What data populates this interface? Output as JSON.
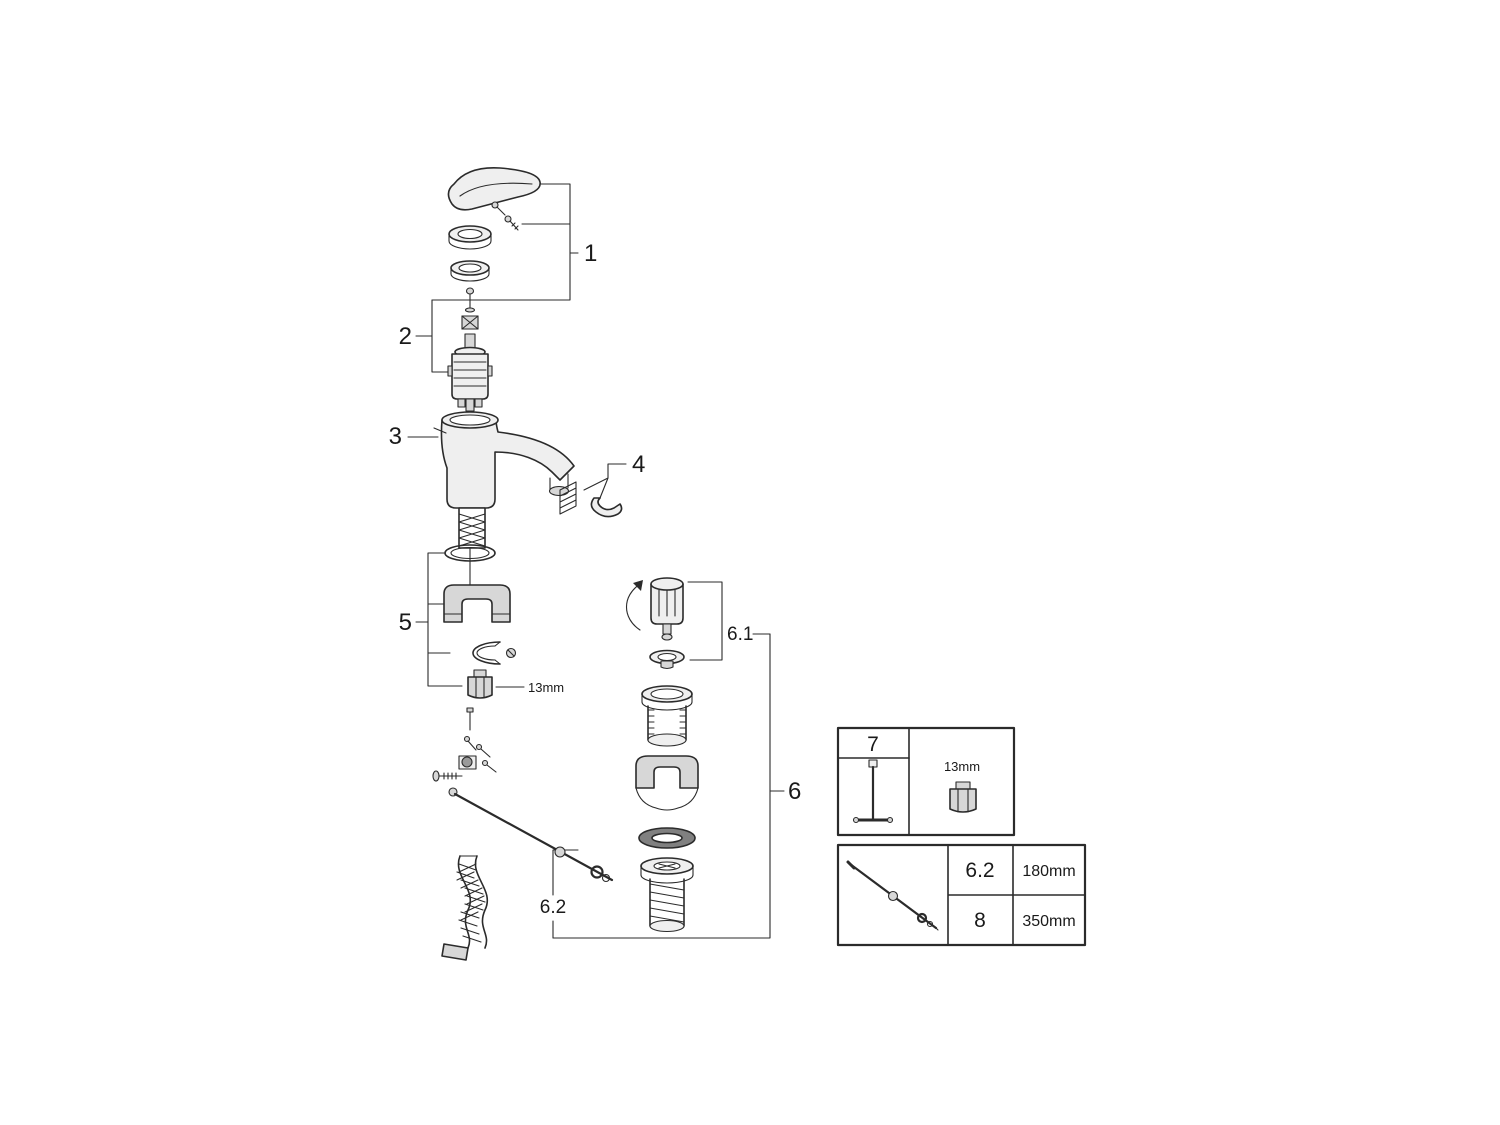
{
  "callouts": {
    "part1": "1",
    "part2": "2",
    "part3": "3",
    "part4": "4",
    "part5": "5",
    "part6": "6",
    "part6_1": "6.1",
    "part6_2": "6.2",
    "nut_size": "13mm"
  },
  "legend": {
    "tool_box": {
      "part": "7",
      "tool_size": "13mm"
    },
    "rod_box": {
      "rows": [
        {
          "part": "6.2",
          "length": "180mm"
        },
        {
          "part": "8",
          "length": "350mm"
        }
      ]
    }
  },
  "colors": {
    "line": "#2b2b2b",
    "background": "#ffffff"
  }
}
